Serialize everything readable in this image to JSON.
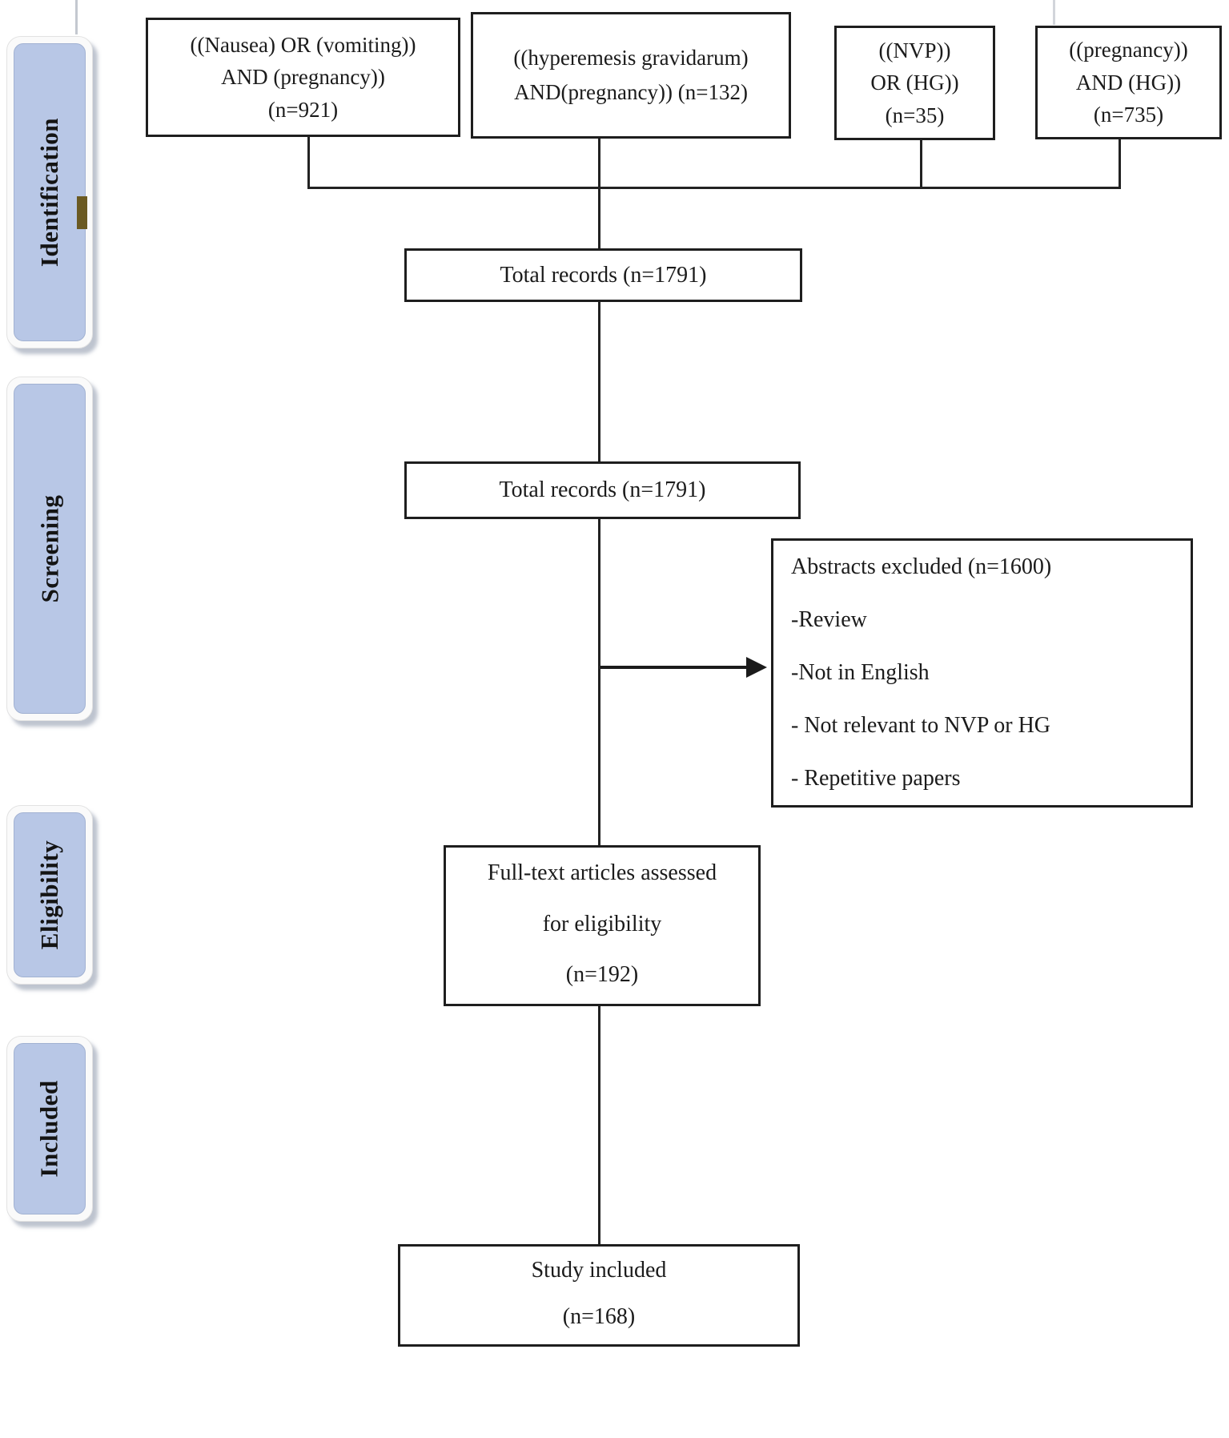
{
  "colors": {
    "stage_fill": "#b8c7e6",
    "marker_brown": "#6b5a22",
    "line_black": "#1e1e1e",
    "background": "#ffffff"
  },
  "sidebar": {
    "stages": [
      {
        "label": "Identification"
      },
      {
        "label": "Screening"
      },
      {
        "label": "Eligibility"
      },
      {
        "label": "Included"
      }
    ]
  },
  "search_boxes": [
    {
      "lines": [
        "((Nausea) OR (vomiting))",
        "AND (pregnancy))",
        "(n=921)"
      ]
    },
    {
      "lines": [
        "((hyperemesis gravidarum)",
        "AND(pregnancy)) (n=132)"
      ]
    },
    {
      "lines": [
        "((NVP))",
        "OR (HG))",
        "(n=35)"
      ]
    },
    {
      "lines": [
        "((pregnancy))",
        "AND (HG))",
        "(n=735)"
      ]
    }
  ],
  "flow": {
    "total_records_1": "Total records (n=1791)",
    "total_records_2": "Total records (n=1791)",
    "abstracts_excluded": {
      "title": "Abstracts excluded (n=1600)",
      "reasons": [
        "-Review",
        "-Not in English",
        "- Not relevant to NVP or HG",
        "- Repetitive papers"
      ]
    },
    "full_text": {
      "lines": [
        "Full-text articles assessed",
        "for eligibility",
        "(n=192)"
      ]
    },
    "study_included": {
      "lines": [
        "Study included",
        "(n=168)"
      ]
    }
  }
}
